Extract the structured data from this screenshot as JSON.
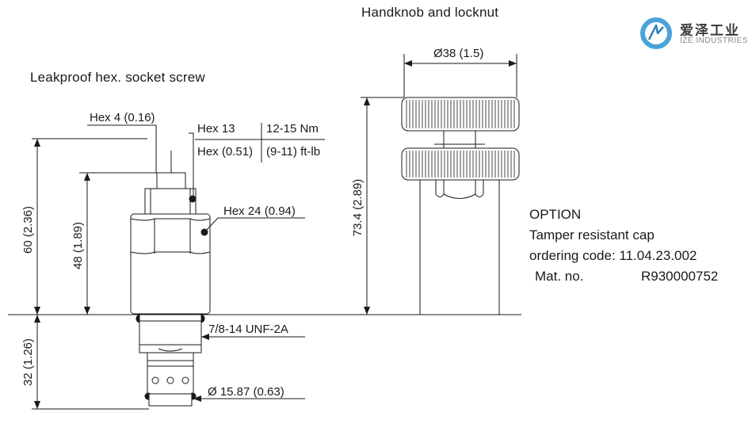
{
  "titles": {
    "handknob": "Handknob and locknut",
    "leakproof": "Leakproof hex. socket screw"
  },
  "logo": {
    "cn": "爱泽工业",
    "en": "IZE INDUSTRIES",
    "color": "#4aa3d8"
  },
  "dimensions": {
    "hex4": "Hex 4 (0.16)",
    "hex13": "Hex  13",
    "hex051": "Hex (0.51)",
    "torque_nm": "12-15 Nm",
    "torque_ftlb": "(9-11) ft-lb",
    "hex24": "Hex 24 (0.94)",
    "height60": "60 (2.36)",
    "height48": "48 (1.89)",
    "height32": "32 (1.26)",
    "thread": "7/8-14 UNF-2A",
    "dia1587": "Ø 15.87 (0.63)",
    "dia38": "Ø38 (1.5)",
    "height734": "73.4 (2.89)"
  },
  "option": {
    "heading": "OPTION",
    "line1": "Tamper resistant cap",
    "line2": "ordering code: 11.04.23.002",
    "matno_label": "Mat. no.",
    "matno_value": "R930000752"
  }
}
